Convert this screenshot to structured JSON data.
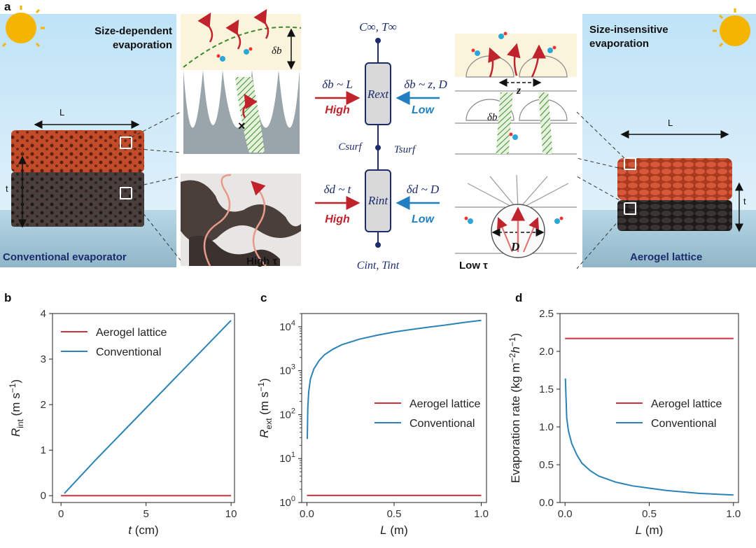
{
  "panel_labels": {
    "a": "a",
    "b": "b",
    "c": "c",
    "d": "d"
  },
  "schematic": {
    "left_title_line1": "Size-dependent",
    "left_title_line2": "evaporation",
    "right_title_line1": "Size-insensitive",
    "right_title_line2": "evaporation",
    "left_caption": "Conventional evaporator",
    "right_caption": "Aerogel lattice",
    "dim_L": "L",
    "dim_t": "t",
    "zoom_delta_b": "δb",
    "zoom_high_tau": "High τ",
    "zoom_low_tau": "Low τ",
    "zoom_z": "z",
    "zoom_D": "D",
    "circuit": {
      "top_node": "C∞, T∞",
      "r_ext": "Rext",
      "surf_C": "Csurf",
      "surf_T": "Tsurf",
      "r_int": "Rint",
      "bottom_node": "Cint, Tint",
      "left_ext_rel": "δb ~ L",
      "left_ext_level": "High",
      "right_ext_rel": "δb ~ z, D",
      "right_ext_level": "Low",
      "left_int_rel": "δd ~ t",
      "left_int_level": "High",
      "right_int_rel": "δd ~ D",
      "right_int_level": "Low"
    },
    "colors": {
      "high": "#c0232b",
      "low": "#1f7fc0",
      "navy": "#1d2c6b"
    }
  },
  "chart_data": [
    {
      "panel": "b",
      "type": "line",
      "xlabel": "t (cm)",
      "ylabel": "Rint (m s−1)",
      "xlim": [
        -0.5,
        10.2
      ],
      "ylim": [
        -0.15,
        4.0
      ],
      "xticks": [
        0,
        5,
        10
      ],
      "yticks": [
        0,
        1,
        2,
        3,
        4
      ],
      "legend": "top-left",
      "series": [
        {
          "name": "Aerogel lattice",
          "color": "#d1313d",
          "x": [
            0,
            10
          ],
          "y": [
            0.0,
            0.0
          ]
        },
        {
          "name": "Conventional",
          "color": "#2a83b8",
          "x": [
            0.2,
            2,
            4,
            6,
            8,
            10
          ],
          "y": [
            0.05,
            0.77,
            1.54,
            2.31,
            3.08,
            3.85
          ]
        }
      ]
    },
    {
      "panel": "c",
      "type": "line",
      "yscale": "log",
      "xlabel": "L (m)",
      "ylabel": "Rext (m s−1)",
      "xlim": [
        -0.03,
        1.03
      ],
      "ylim": [
        1,
        20000
      ],
      "xticks": [
        0.0,
        0.5,
        1.0
      ],
      "yticks": [
        1,
        10,
        100,
        1000,
        10000
      ],
      "ytick_labels": [
        "10^0",
        "10^1",
        "10^2",
        "10^3",
        "10^4"
      ],
      "legend": "center-right",
      "series": [
        {
          "name": "Aerogel lattice",
          "color": "#d1313d",
          "x": [
            0,
            1.0
          ],
          "y": [
            1.45,
            1.45
          ]
        },
        {
          "name": "Conventional",
          "color": "#2a83b8",
          "x": [
            0.002,
            0.005,
            0.01,
            0.02,
            0.04,
            0.07,
            0.1,
            0.15,
            0.2,
            0.3,
            0.4,
            0.5,
            0.6,
            0.7,
            0.8,
            0.9,
            1.0
          ],
          "y": [
            28,
            140,
            330,
            650,
            1100,
            1700,
            2300,
            3100,
            3900,
            5200,
            6400,
            7600,
            8700,
            9800,
            11000,
            12500,
            14000
          ]
        }
      ]
    },
    {
      "panel": "d",
      "type": "line",
      "xlabel": "L (m)",
      "ylabel": "Evaporation rate (kg m−2h−1)",
      "xlim": [
        -0.03,
        1.03
      ],
      "ylim": [
        0,
        2.5
      ],
      "xticks": [
        0.0,
        0.5,
        1.0
      ],
      "yticks": [
        0.0,
        0.5,
        1.0,
        1.5,
        2.0,
        2.5
      ],
      "legend": "upper-right",
      "series": [
        {
          "name": "Aerogel lattice",
          "color": "#d1313d",
          "x": [
            0,
            1.0
          ],
          "y": [
            2.17,
            2.17
          ]
        },
        {
          "name": "Conventional",
          "color": "#2a83b8",
          "x": [
            0.002,
            0.01,
            0.02,
            0.04,
            0.07,
            0.1,
            0.15,
            0.2,
            0.3,
            0.4,
            0.5,
            0.6,
            0.7,
            0.8,
            0.9,
            1.0
          ],
          "y": [
            1.64,
            1.12,
            0.95,
            0.78,
            0.63,
            0.52,
            0.42,
            0.35,
            0.27,
            0.22,
            0.19,
            0.16,
            0.14,
            0.12,
            0.11,
            0.1
          ]
        }
      ]
    }
  ]
}
